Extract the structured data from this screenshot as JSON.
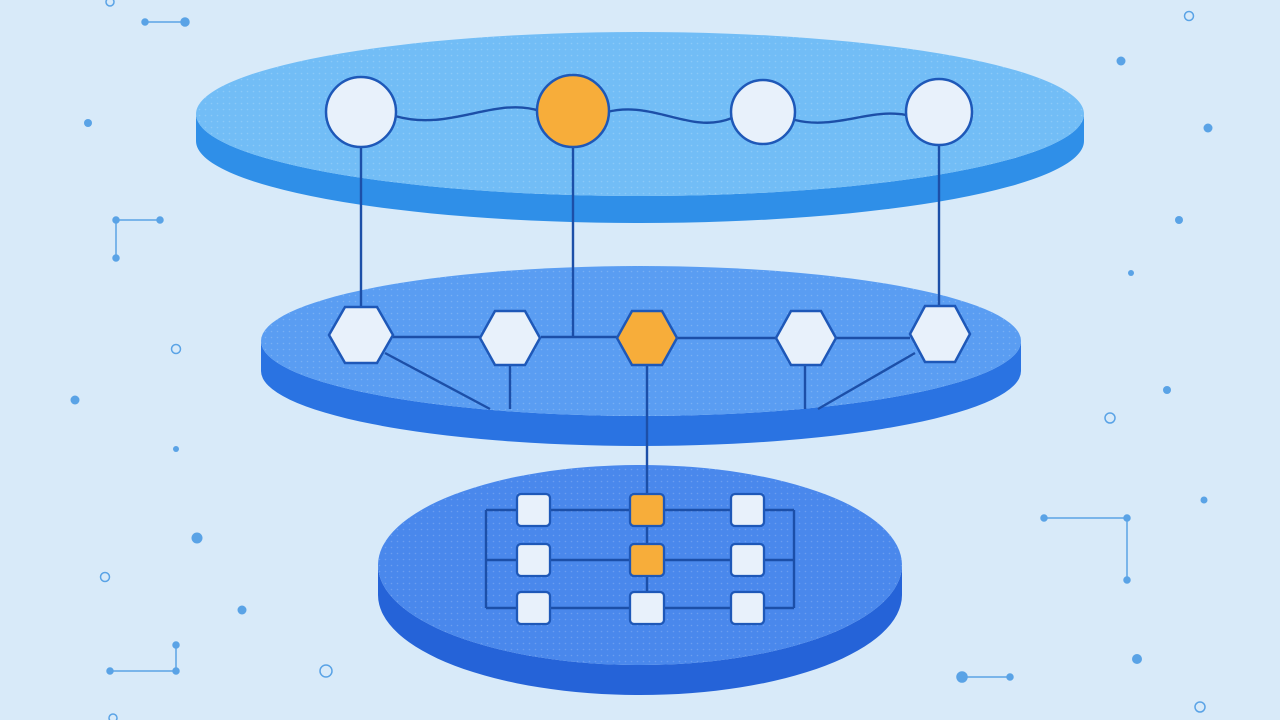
{
  "palette": {
    "background": "#d8eaf9",
    "top_face": "#72bdf6",
    "top_side": "#2f8fe8",
    "middle_face": "#5a9df2",
    "middle_side": "#2a73e2",
    "bottom_face": "#4a88ec",
    "bottom_side": "#2563d8",
    "node_fill": "#e8f1fb",
    "node_stroke": "#1e58b8",
    "highlight": "#f7ad3a",
    "connector": "#1c4fa8",
    "decor": "#5aa3e6"
  },
  "layers": [
    {
      "level": "top",
      "node_shape": "circle",
      "node_count": 4,
      "highlighted_index": 1
    },
    {
      "level": "middle",
      "node_shape": "hexagon",
      "node_count": 5,
      "highlighted_index": 2
    },
    {
      "level": "bottom",
      "node_shape": "square-grid",
      "rows": 3,
      "columns": 3,
      "highlighted_cells": [
        "r1c2",
        "r2c2"
      ]
    }
  ]
}
